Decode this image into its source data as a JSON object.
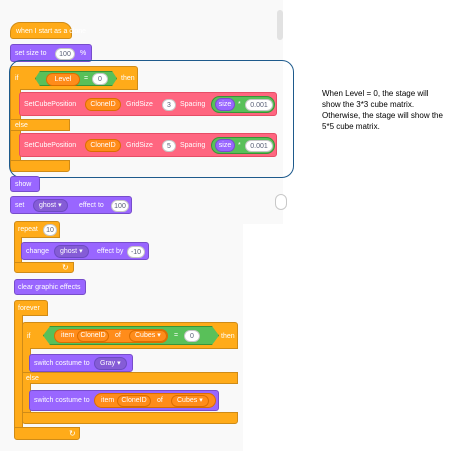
{
  "note": {
    "line1": "When Level = 0, the stage will",
    "line2": "show the 3*3 cube matrix.",
    "line3": "Otherwise, the stage will show the",
    "line4": "5*5 cube matrix."
  },
  "hat": {
    "label": "when I start as a clone"
  },
  "set_size": {
    "label": "set size to",
    "value": "100",
    "unit": "%"
  },
  "if1": {
    "if_label": "if",
    "then_label": "then",
    "else_label": "else",
    "cond_var": "Level",
    "cond_op": "=",
    "cond_val": "0"
  },
  "call1": {
    "name": "SetCubePosition",
    "arg1": "CloneID",
    "label2": "GridSize",
    "val2": "3",
    "label3": "Spacing",
    "arg3": "size",
    "op": "*",
    "val3": "0.001"
  },
  "call2": {
    "name": "SetCubePosition",
    "arg1": "CloneID",
    "label2": "GridSize",
    "val2": "5",
    "label3": "Spacing",
    "arg3": "size",
    "op": "*",
    "val3": "0.001"
  },
  "show": {
    "label": "show"
  },
  "set_effect": {
    "label": "set",
    "effect": "ghost",
    "to_label": "effect to",
    "value": "100"
  },
  "repeat": {
    "label": "repeat",
    "value": "10"
  },
  "change_effect": {
    "label": "change",
    "effect": "ghost",
    "by_label": "effect by",
    "value": "-10"
  },
  "clear": {
    "label": "clear graphic effects"
  },
  "forever": {
    "label": "forever"
  },
  "if2": {
    "if_label": "if",
    "then_label": "then",
    "else_label": "else",
    "item_label": "item",
    "item_var": "CloneID",
    "of_label": "of",
    "list": "Cubes",
    "op": "=",
    "val": "0"
  },
  "costume1": {
    "label": "switch costume to",
    "value": "Gray"
  },
  "costume2": {
    "label": "switch costume to",
    "item_label": "item",
    "item_var": "CloneID",
    "of_label": "of",
    "list": "Cubes"
  },
  "icons": {
    "loop_arrow": "↻",
    "dropdown": "▾"
  }
}
